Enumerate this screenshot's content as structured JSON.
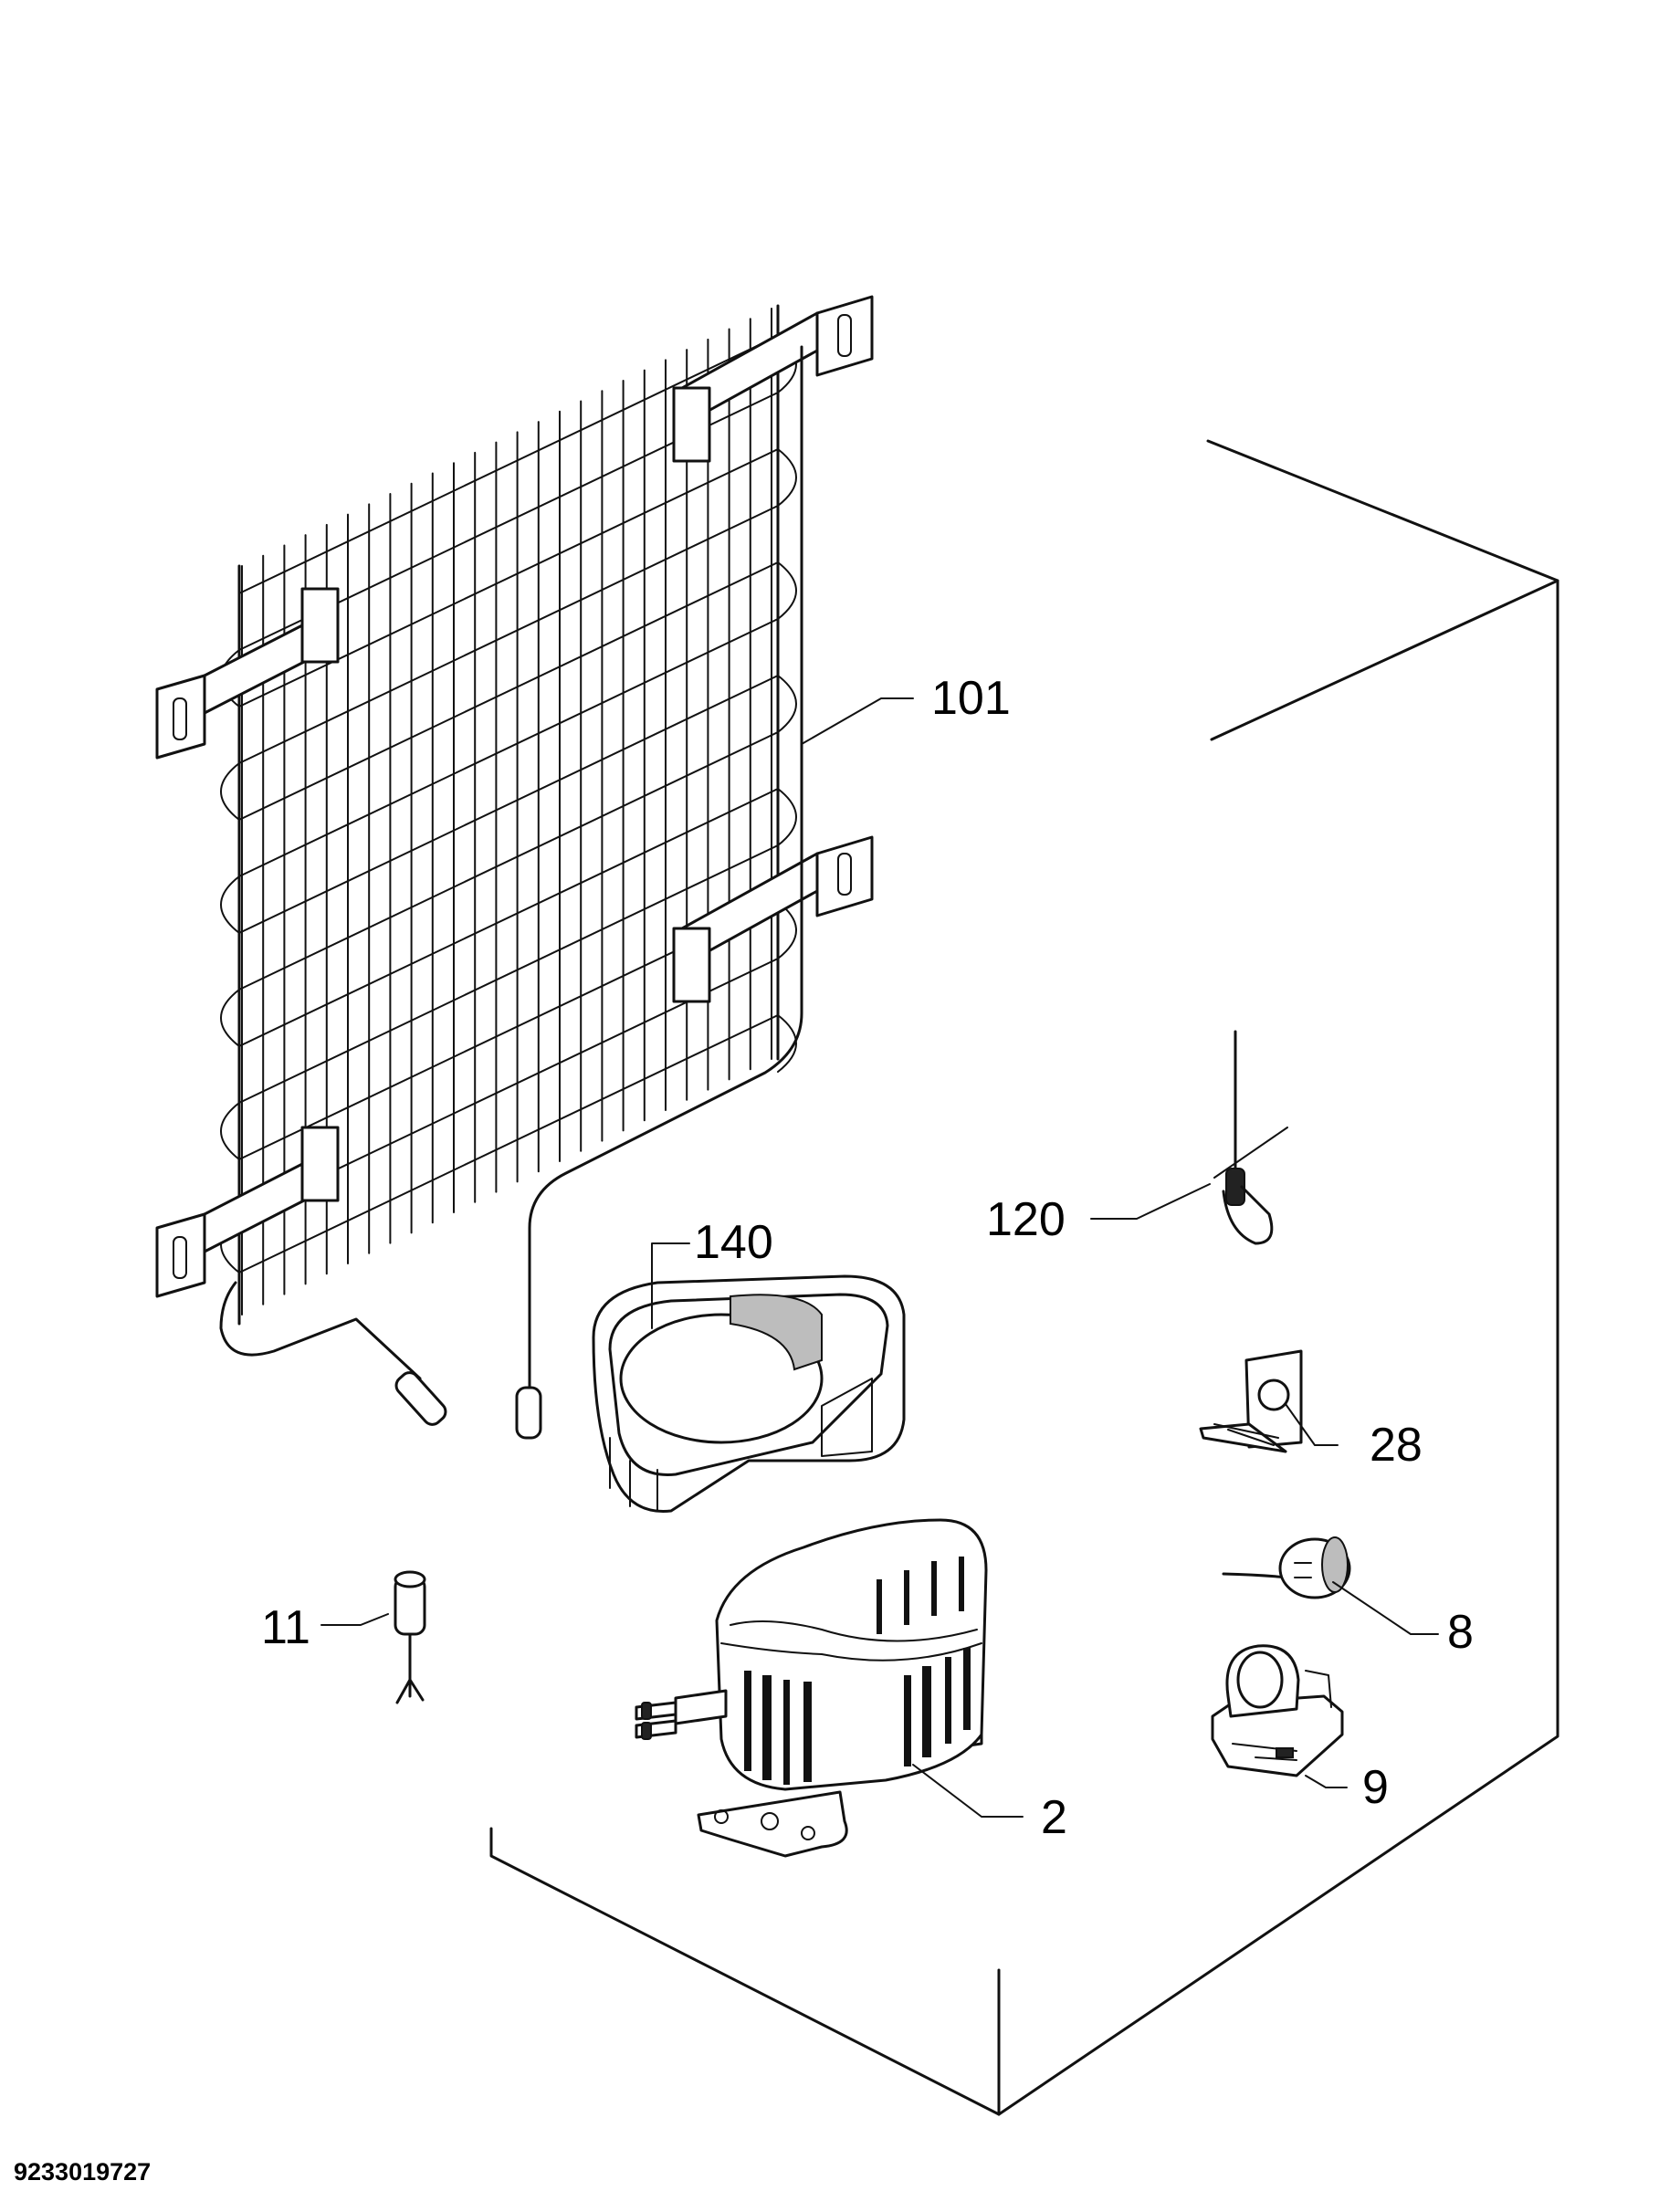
{
  "diagram": {
    "labels": {
      "condenser": "101",
      "drip_tray": "140",
      "capillary_joint": "120",
      "clip": "28",
      "dryer_filter": "11",
      "overload_protector": "8",
      "compressor": "2",
      "start_relay": "9"
    },
    "document_code": "9233019727"
  }
}
